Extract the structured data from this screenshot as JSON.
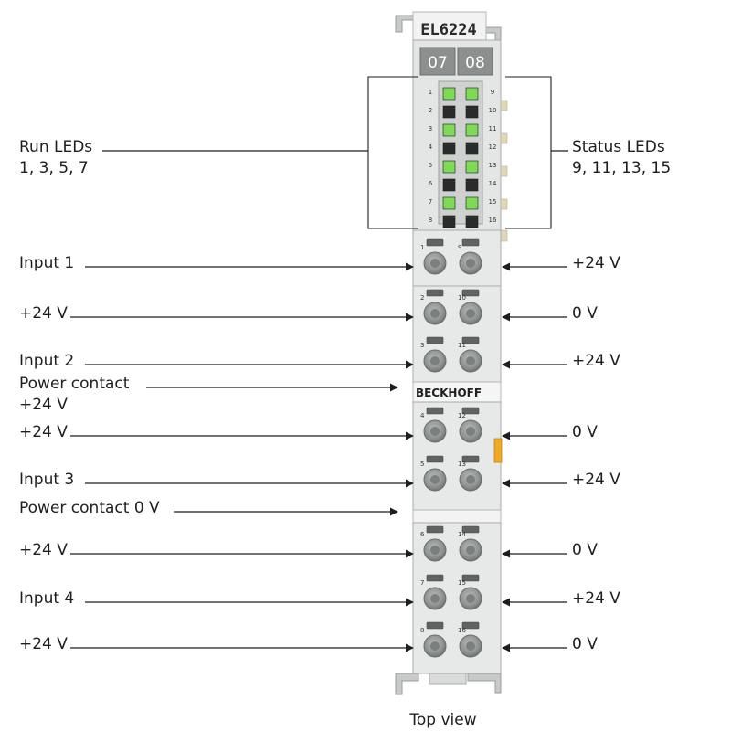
{
  "module": {
    "name": "EL6224",
    "channels": [
      "07",
      "08"
    ],
    "brand": "BECKHOFF",
    "view_caption": "Top view"
  },
  "led_groups": {
    "run": {
      "title": "Run LEDs",
      "numbers": "1, 3, 5, 7"
    },
    "status": {
      "title": "Status LEDs",
      "numbers": "9, 11, 13, 15"
    }
  },
  "led_numbers_left": [
    "1",
    "2",
    "3",
    "4",
    "5",
    "6",
    "7",
    "8"
  ],
  "led_numbers_right": [
    "9",
    "10",
    "11",
    "12",
    "13",
    "14",
    "15",
    "16"
  ],
  "led_states_left": [
    "on",
    "off",
    "on",
    "off",
    "on",
    "off",
    "on",
    "off"
  ],
  "led_states_right": [
    "on",
    "off",
    "on",
    "off",
    "on",
    "off",
    "on",
    "off"
  ],
  "colors": {
    "led_on": "#7ed957",
    "led_off": "#2b2b2b",
    "module_body": "#e4e6e5",
    "contact_orange": "#f2a922"
  },
  "terminals_left": [
    {
      "num": "1",
      "label": "Input 1"
    },
    {
      "num": "2",
      "label": "+24 V"
    },
    {
      "num": "3",
      "label": "Input 2"
    },
    {
      "num": "4",
      "label": "+24 V"
    },
    {
      "num": "5",
      "label": "Input 3"
    },
    {
      "num": "6",
      "label": "+24 V"
    },
    {
      "num": "7",
      "label": "Input 4"
    },
    {
      "num": "8",
      "label": "+24 V"
    }
  ],
  "terminals_right": [
    {
      "num": "9",
      "label": "+24 V"
    },
    {
      "num": "10",
      "label": "0 V"
    },
    {
      "num": "11",
      "label": "+24 V"
    },
    {
      "num": "12",
      "label": "0 V"
    },
    {
      "num": "13",
      "label": "+24 V"
    },
    {
      "num": "14",
      "label": "0 V"
    },
    {
      "num": "15",
      "label": "+24 V"
    },
    {
      "num": "16",
      "label": "0 V"
    }
  ],
  "power_contacts": [
    {
      "label_line1": "Power contact",
      "label_line2": "+24 V"
    },
    {
      "label_line1": "Power contact 0 V",
      "label_line2": ""
    }
  ]
}
